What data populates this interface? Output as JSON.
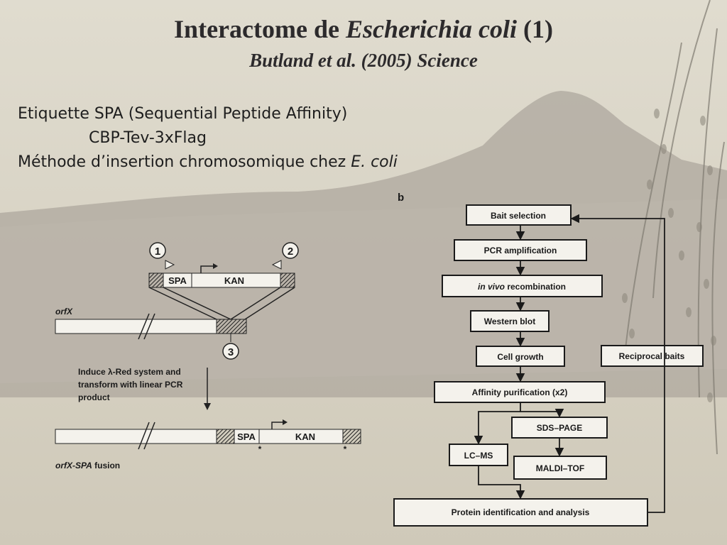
{
  "slide": {
    "title_main": "Interactome de ",
    "title_species": "Escherichia coli",
    "title_number": " (1)",
    "subtitle": "Butland et al. (2005) Science"
  },
  "body": {
    "line1": "Etiquette SPA (Sequential Peptide Affinity)",
    "line2": "CBP-Tev-3xFlag",
    "line3_main": "Méthode d’insertion chromosomique chez ",
    "line3_species": "E. coli"
  },
  "panel_a": {
    "primer_1": "1",
    "primer_2": "2",
    "site_3": "3",
    "spa": "SPA",
    "kan": "KAN",
    "gene": "orfX",
    "induce_line1": "Induce λ-Red system and",
    "induce_line2": "transform with linear PCR",
    "induce_line3": "product",
    "spa2": "SPA",
    "kan2": "KAN",
    "fusion_gene": "orfX-SPA",
    "fusion_suffix": " fusion",
    "star": "*"
  },
  "panel_b": {
    "label": "b",
    "steps": {
      "bait_selection": "Bait selection",
      "pcr_amplification": "PCR amplification",
      "in_vivo_italic": "in vivo",
      "recombination": " recombination",
      "western_blot": "Western blot",
      "cell_growth": "Cell growth",
      "affinity_purification": "Affinity purification (x2)",
      "sds_page": "SDS–PAGE",
      "lc_ms": "LC–MS",
      "maldi_tof": "MALDI–TOF",
      "protein_identification": "Protein identification and analysis",
      "reciprocal_baits": "Reciprocal baits"
    }
  },
  "colors": {
    "background": "#d9d4c6",
    "mountain": "#a29c94",
    "text": "#1e1e1e",
    "title": "#2c2a2c",
    "box_fill": "#f4f2ec",
    "line": "#1a1a1a"
  }
}
